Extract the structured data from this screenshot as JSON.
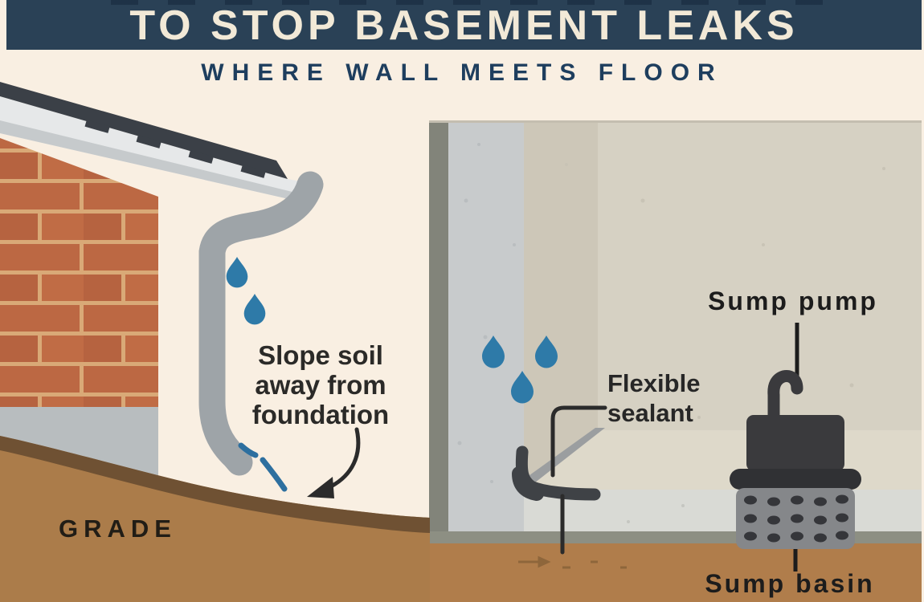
{
  "header": {
    "title": "TO STOP BASEMENT LEAKS",
    "subtitle": "WHERE WALL MEETS FLOOR"
  },
  "exterior": {
    "slope_label": {
      "line1": "Slope soil",
      "line2": "away from",
      "line3": "foundation"
    },
    "grade_label": "GRADE"
  },
  "basement": {
    "sealant_label": {
      "line1": "Flexible",
      "line2": "sealant"
    },
    "sump_pump_label": "Sump pump",
    "sump_basin_label": "Sump basin"
  },
  "colors": {
    "header_navy": "#2a4156",
    "background_cream": "#f9efe2",
    "title_text": "#f2e9d7",
    "subtitle_text": "#1e3e5e",
    "water_blue": "#2e7aa8",
    "brick_red": "#bc6843",
    "mortar_tan": "#d9a977",
    "roof_dark": "#3b4047",
    "gutter_gray": "#9ea4a8",
    "soil_brown": "#ab7c4a",
    "soil_dark_band": "#6f5133",
    "concrete_wall_gray": "#c8cbcc",
    "panel_edge_olive": "#82847a",
    "interior_beige": "#d6d1c3",
    "floor_slab_gray": "#d9dad5",
    "sealant_dark": "#3f4246",
    "pump_charcoal": "#3a3a3d",
    "basin_gray": "#85878a",
    "label_dark": "#2b2a28"
  }
}
